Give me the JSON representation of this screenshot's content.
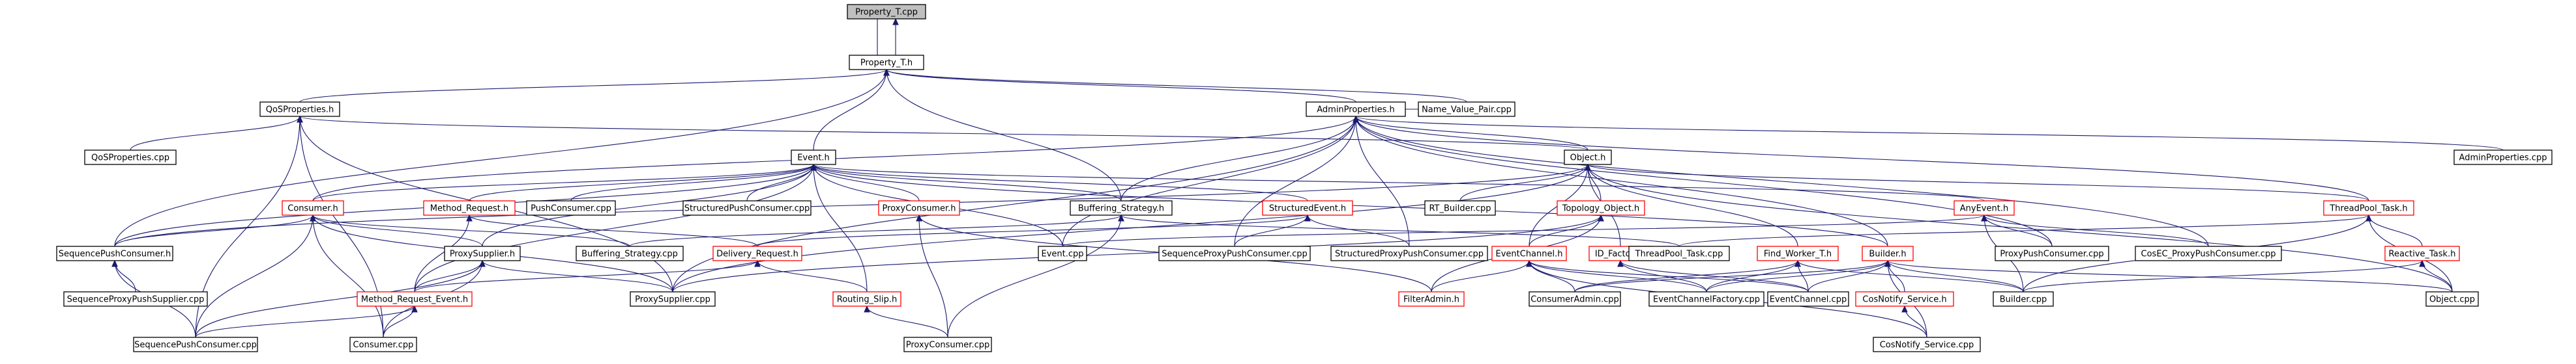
{
  "graph": {
    "nodes": [
      {
        "id": "property_t_cpp",
        "label": "Property_T.cpp",
        "style": "gray"
      },
      {
        "id": "property_t_h",
        "label": "Property_T.h",
        "style": "normal"
      },
      {
        "id": "qos_h",
        "label": "QoSProperties.h",
        "style": "normal"
      },
      {
        "id": "admin_h",
        "label": "AdminProperties.h",
        "style": "normal"
      },
      {
        "id": "nvp_cpp",
        "label": "Name_Value_Pair.cpp",
        "style": "normal"
      },
      {
        "id": "qos_cpp",
        "label": "QoSProperties.cpp",
        "style": "normal"
      },
      {
        "id": "event_h",
        "label": "Event.h",
        "style": "normal"
      },
      {
        "id": "object_h",
        "label": "Object.h",
        "style": "normal"
      },
      {
        "id": "adminprop_cpp",
        "label": "AdminProperties.cpp",
        "style": "normal"
      },
      {
        "id": "consumer_h",
        "label": "Consumer.h",
        "style": "red"
      },
      {
        "id": "method_request_h",
        "label": "Method_Request.h",
        "style": "red"
      },
      {
        "id": "pushconsumer_cpp",
        "label": "PushConsumer.cpp",
        "style": "normal"
      },
      {
        "id": "structpushconsumer_cpp",
        "label": "StructuredPushConsumer.cpp",
        "style": "normal"
      },
      {
        "id": "proxyconsumer_h",
        "label": "ProxyConsumer.h",
        "style": "red"
      },
      {
        "id": "buffering_strategy_h",
        "label": "Buffering_Strategy.h",
        "style": "normal"
      },
      {
        "id": "structuredevent_h",
        "label": "StructuredEvent.h",
        "style": "red"
      },
      {
        "id": "rt_builder_cpp",
        "label": "RT_Builder.cpp",
        "style": "normal"
      },
      {
        "id": "topology_object_h",
        "label": "Topology_Object.h",
        "style": "red"
      },
      {
        "id": "anyevent_h",
        "label": "AnyEvent.h",
        "style": "red"
      },
      {
        "id": "threadpool_task_h",
        "label": "ThreadPool_Task.h",
        "style": "red"
      },
      {
        "id": "seqpushconsumer_h",
        "label": "SequencePushConsumer.h",
        "style": "normal"
      },
      {
        "id": "proxysupplier_h",
        "label": "ProxySupplier.h",
        "style": "normal"
      },
      {
        "id": "buffering_strategy_cpp",
        "label": "Buffering_Strategy.cpp",
        "style": "normal"
      },
      {
        "id": "delivery_request_h",
        "label": "Delivery_Request.h",
        "style": "red"
      },
      {
        "id": "event_cpp",
        "label": "Event.cpp",
        "style": "normal"
      },
      {
        "id": "seqproxypushconsumer_cpp",
        "label": "SequenceProxyPushConsumer.cpp",
        "style": "normal"
      },
      {
        "id": "structproxypushconsumer_cpp",
        "label": "StructuredProxyPushConsumer.cpp",
        "style": "normal"
      },
      {
        "id": "eventchannel_h",
        "label": "EventChannel.h",
        "style": "red"
      },
      {
        "id": "id_factory_h",
        "label": "ID_Factory.h",
        "style": "red"
      },
      {
        "id": "threadpool_task_cpp",
        "label": "ThreadPool_Task.cpp",
        "style": "normal"
      },
      {
        "id": "find_worker_t_h",
        "label": "Find_Worker_T.h",
        "style": "red"
      },
      {
        "id": "builder_h",
        "label": "Builder.h",
        "style": "red"
      },
      {
        "id": "proxypushconsumer_cpp",
        "label": "ProxyPushConsumer.cpp",
        "style": "normal"
      },
      {
        "id": "cosec_proxypushconsumer_cpp",
        "label": "CosEC_ProxyPushConsumer.cpp",
        "style": "normal"
      },
      {
        "id": "reactive_task_h",
        "label": "Reactive_Task.h",
        "style": "red"
      },
      {
        "id": "seqproxypushsupplier_cpp",
        "label": "SequenceProxyPushSupplier.cpp",
        "style": "normal"
      },
      {
        "id": "method_request_event_h",
        "label": "Method_Request_Event.h",
        "style": "red"
      },
      {
        "id": "proxysupplier_cpp",
        "label": "ProxySupplier.cpp",
        "style": "normal"
      },
      {
        "id": "routing_slip_h",
        "label": "Routing_Slip.h",
        "style": "red"
      },
      {
        "id": "filteradmin_h",
        "label": "FilterAdmin.h",
        "style": "red"
      },
      {
        "id": "consumeradmin_cpp",
        "label": "ConsumerAdmin.cpp",
        "style": "normal"
      },
      {
        "id": "eventchannelfactory_cpp",
        "label": "EventChannelFactory.cpp",
        "style": "normal"
      },
      {
        "id": "eventchannel_cpp",
        "label": "EventChannel.cpp",
        "style": "normal"
      },
      {
        "id": "cosnotify_service_h",
        "label": "CosNotify_Service.h",
        "style": "red"
      },
      {
        "id": "builder_cpp",
        "label": "Builder.cpp",
        "style": "normal"
      },
      {
        "id": "object_cpp",
        "label": "Object.cpp",
        "style": "normal"
      },
      {
        "id": "seqpushconsumer_cpp",
        "label": "SequencePushConsumer.cpp",
        "style": "normal"
      },
      {
        "id": "consumer_cpp",
        "label": "Consumer.cpp",
        "style": "normal"
      },
      {
        "id": "proxyconsumer_cpp",
        "label": "ProxyConsumer.cpp",
        "style": "normal"
      },
      {
        "id": "cosnotify_service_cpp",
        "label": "CosNotify_Service.cpp",
        "style": "normal"
      }
    ],
    "edges": [
      [
        "property_t_h",
        "property_t_cpp"
      ],
      [
        "property_t_cpp",
        "property_t_h"
      ],
      [
        "property_t_h",
        "qos_h"
      ],
      [
        "property_t_h",
        "admin_h"
      ],
      [
        "property_t_h",
        "event_h"
      ],
      [
        "property_t_h",
        "buffering_strategy_h"
      ],
      [
        "property_t_h",
        "nvp_cpp"
      ],
      [
        "property_t_h",
        "seqpushconsumer_h"
      ],
      [
        "qos_h",
        "qos_cpp"
      ],
      [
        "qos_h",
        "object_h"
      ],
      [
        "qos_h",
        "seqpushconsumer_cpp"
      ],
      [
        "qos_h",
        "consumer_cpp"
      ],
      [
        "qos_h",
        "proxysupplier_cpp"
      ],
      [
        "admin_h",
        "nvp_cpp"
      ],
      [
        "admin_h",
        "adminprop_cpp"
      ],
      [
        "admin_h",
        "object_h"
      ],
      [
        "admin_h",
        "consumer_h"
      ],
      [
        "admin_h",
        "buffering_strategy_h"
      ],
      [
        "admin_h",
        "event_cpp"
      ],
      [
        "admin_h",
        "seqproxypushconsumer_cpp"
      ],
      [
        "admin_h",
        "structproxypushconsumer_cpp"
      ],
      [
        "admin_h",
        "proxypushconsumer_cpp"
      ],
      [
        "admin_h",
        "cosec_proxypushconsumer_cpp"
      ],
      [
        "admin_h",
        "threadpool_task_h"
      ],
      [
        "admin_h",
        "builder_h"
      ],
      [
        "admin_h",
        "proxysupplier_cpp"
      ],
      [
        "event_h",
        "consumer_h"
      ],
      [
        "event_h",
        "method_request_h"
      ],
      [
        "event_h",
        "pushconsumer_cpp"
      ],
      [
        "event_h",
        "structpushconsumer_cpp"
      ],
      [
        "event_h",
        "proxyconsumer_h"
      ],
      [
        "event_h",
        "buffering_strategy_h"
      ],
      [
        "event_h",
        "structuredevent_h"
      ],
      [
        "event_h",
        "anyevent_h"
      ],
      [
        "event_h",
        "seqpushconsumer_h"
      ],
      [
        "event_h",
        "proxysupplier_h"
      ],
      [
        "event_h",
        "event_cpp"
      ],
      [
        "event_h",
        "routing_slip_h"
      ],
      [
        "event_h",
        "method_request_event_h"
      ],
      [
        "event_h",
        "builder_h"
      ],
      [
        "object_h",
        "rt_builder_cpp"
      ],
      [
        "object_h",
        "topology_object_h"
      ],
      [
        "object_h",
        "eventchannel_h"
      ],
      [
        "object_h",
        "id_factory_h"
      ],
      [
        "object_h",
        "find_worker_t_h"
      ],
      [
        "object_h",
        "object_cpp"
      ],
      [
        "object_h",
        "threadpool_task_h"
      ],
      [
        "object_h",
        "proxysupplier_cpp"
      ],
      [
        "object_h",
        "seqpushconsumer_h"
      ],
      [
        "consumer_h",
        "seqpushconsumer_h"
      ],
      [
        "consumer_h",
        "proxysupplier_h"
      ],
      [
        "consumer_h",
        "buffering_strategy_cpp"
      ],
      [
        "consumer_h",
        "seqpushconsumer_cpp"
      ],
      [
        "consumer_h",
        "consumer_cpp"
      ],
      [
        "consumer_h",
        "proxysupplier_cpp"
      ],
      [
        "method_request_h",
        "method_request_event_h"
      ],
      [
        "method_request_h",
        "delivery_request_h"
      ],
      [
        "proxyconsumer_h",
        "proxyconsumer_cpp"
      ],
      [
        "buffering_strategy_h",
        "buffering_strategy_cpp"
      ],
      [
        "buffering_strategy_h",
        "proxyconsumer_cpp"
      ],
      [
        "buffering_strategy_h",
        "threadpool_task_cpp"
      ],
      [
        "structuredevent_h",
        "seqproxypushconsumer_cpp"
      ],
      [
        "structuredevent_h",
        "structproxypushconsumer_cpp"
      ],
      [
        "structuredevent_h",
        "delivery_request_h"
      ],
      [
        "topology_object_h",
        "eventchannel_h"
      ],
      [
        "topology_object_h",
        "filteradmin_h"
      ],
      [
        "topology_object_h",
        "proxysupplier_cpp"
      ],
      [
        "anyevent_h",
        "proxypushconsumer_cpp"
      ],
      [
        "anyevent_h",
        "cosec_proxypushconsumer_cpp"
      ],
      [
        "anyevent_h",
        "event_cpp"
      ],
      [
        "anyevent_h",
        "builder_cpp"
      ],
      [
        "threadpool_task_h",
        "reactive_task_h"
      ],
      [
        "threadpool_task_h",
        "threadpool_task_cpp"
      ],
      [
        "threadpool_task_h",
        "builder_cpp"
      ],
      [
        "threadpool_task_h",
        "object_cpp"
      ],
      [
        "seqpushconsumer_h",
        "seqproxypushsupplier_cpp"
      ],
      [
        "seqpushconsumer_h",
        "seqpushconsumer_cpp"
      ],
      [
        "proxysupplier_h",
        "method_request_event_h"
      ],
      [
        "proxysupplier_h",
        "proxysupplier_cpp"
      ],
      [
        "proxysupplier_h",
        "seqpushconsumer_cpp"
      ],
      [
        "proxysupplier_h",
        "consumer_cpp"
      ],
      [
        "delivery_request_h",
        "routing_slip_h"
      ],
      [
        "delivery_request_h",
        "method_request_event_h"
      ],
      [
        "eventchannel_h",
        "filteradmin_h"
      ],
      [
        "eventchannel_h",
        "consumeradmin_cpp"
      ],
      [
        "eventchannel_h",
        "eventchannelfactory_cpp"
      ],
      [
        "eventchannel_h",
        "eventchannel_cpp"
      ],
      [
        "eventchannel_h",
        "cosnotify_service_cpp"
      ],
      [
        "id_factory_h",
        "eventchannelfactory_cpp"
      ],
      [
        "id_factory_h",
        "eventchannel_cpp"
      ],
      [
        "find_worker_t_h",
        "consumeradmin_cpp"
      ],
      [
        "find_worker_t_h",
        "eventchannelfactory_cpp"
      ],
      [
        "find_worker_t_h",
        "eventchannel_cpp"
      ],
      [
        "find_worker_t_h",
        "builder_cpp"
      ],
      [
        "builder_h",
        "consumeradmin_cpp"
      ],
      [
        "builder_h",
        "eventchannelfactory_cpp"
      ],
      [
        "builder_h",
        "eventchannel_cpp"
      ],
      [
        "builder_h",
        "cosnotify_service_h"
      ],
      [
        "builder_h",
        "builder_cpp"
      ],
      [
        "builder_h",
        "object_cpp"
      ],
      [
        "builder_h",
        "cosnotify_service_cpp"
      ],
      [
        "reactive_task_h",
        "builder_cpp"
      ],
      [
        "reactive_task_h",
        "object_cpp"
      ],
      [
        "method_request_event_h",
        "seqpushconsumer_cpp"
      ],
      [
        "method_request_event_h",
        "consumer_cpp"
      ],
      [
        "routing_slip_h",
        "proxyconsumer_cpp"
      ],
      [
        "cosnotify_service_h",
        "cosnotify_service_cpp"
      ],
      [
        "proxyconsumer_h",
        "filteradmin_h"
      ]
    ]
  }
}
